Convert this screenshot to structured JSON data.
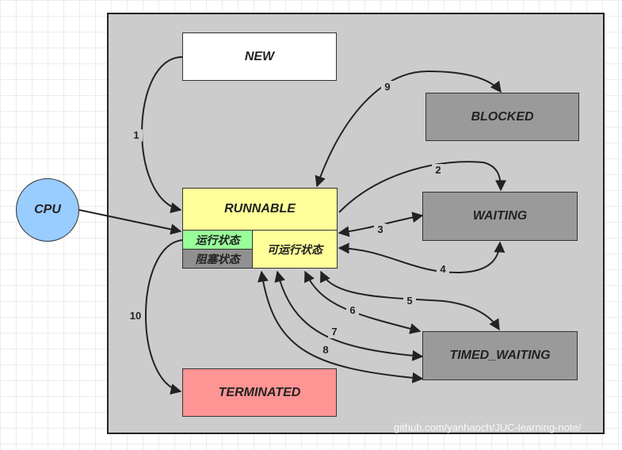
{
  "states": {
    "new": "NEW",
    "blocked": "BLOCKED",
    "waiting": "WAITING",
    "timed_waiting": "TIMED_WAITING",
    "terminated": "TERMINATED",
    "runnable": "RUNNABLE",
    "running": "运行状态",
    "blocked_sub": "阻塞状态",
    "runnable_sub": "可运行状态"
  },
  "cpu": "CPU",
  "edges": [
    "1",
    "2",
    "3",
    "4",
    "5",
    "6",
    "7",
    "8",
    "9",
    "10"
  ],
  "watermark": "github.com/yanhaoch/JUC-learning-note/",
  "colors": {
    "frame": "#cccccc",
    "new": "#ffffff",
    "gray_state": "#9a9a9a",
    "runnable": "#ffff99",
    "running": "#99ff99",
    "terminated": "#ff9494",
    "cpu": "#99ccff"
  }
}
